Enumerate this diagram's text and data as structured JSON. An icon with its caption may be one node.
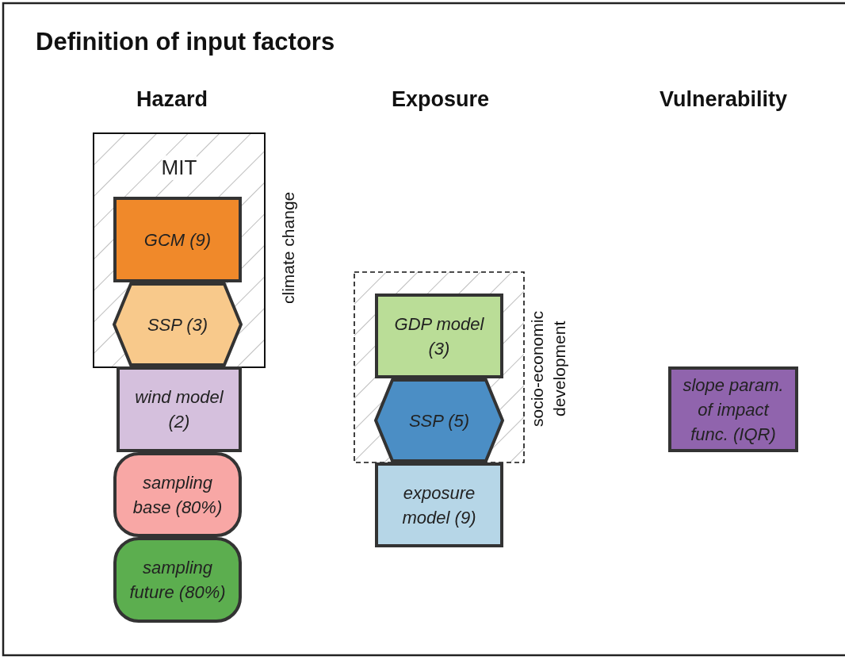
{
  "diagram": {
    "title": "Definition of input factors",
    "nodes": [
      {
        "text": [
          "MIT"
        ],
        "beside": [
          "climate change"
        ]
      },
      {
        "text": [
          "GCM (9)"
        ],
        "in": 0
      },
      {
        "text": [
          "SSP (3)"
        ],
        "in": 0
      },
      {
        "text": [
          "wind model (2)"
        ]
      },
      {
        "text": [
          "sampling base (80%)"
        ]
      },
      {
        "text": [
          "sampling future (80%)"
        ]
      },
      {
        "text": [],
        "shape": "box",
        "beside": [
          "socio-economic development"
        ]
      },
      {
        "text": [
          "GDP model (3)"
        ],
        "in": 6
      },
      {
        "text": [
          "SSP (5)"
        ],
        "in": 6
      },
      {
        "text": [
          "exposure model (9)"
        ]
      },
      {
        "text": [
          "slope param. of impact func. (IQR)"
        ]
      }
    ],
    "edges": [],
    "labels": [
      "Hazard",
      "Exposure",
      "Vulnerability"
    ]
  }
}
